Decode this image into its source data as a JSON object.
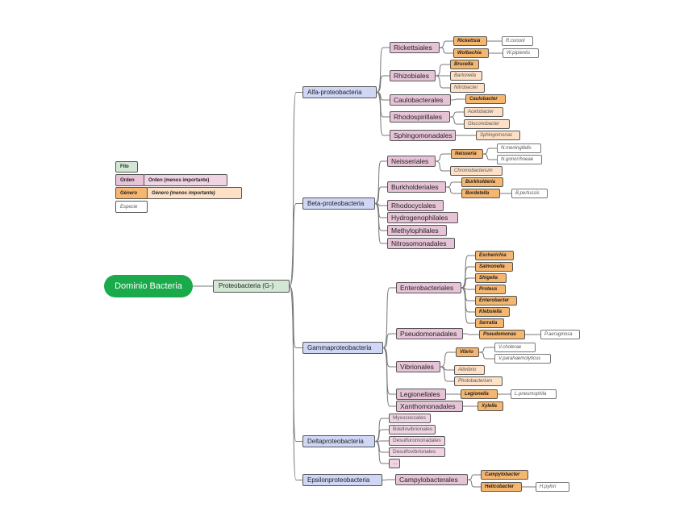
{
  "legend": {
    "filo": "Filo",
    "orden": "Orden",
    "orden_minor": "Orden (menos importante)",
    "genero": "Género",
    "genero_minor": "Género (menos importante)",
    "especie": "Especie"
  },
  "root": "Dominio Bacteria",
  "filo": "Proteobacteria (G-)",
  "clases": [
    {
      "label": "Alfa-proteobacteria",
      "ordenes": [
        {
          "label": "Rickettsiales",
          "generos": [
            {
              "label": "Rickettsia",
              "minor": false,
              "especies": [
                "R.conorii"
              ]
            },
            {
              "label": "Wolbachia",
              "minor": false,
              "especies": [
                "W.pipientis"
              ]
            }
          ]
        },
        {
          "label": "Rhizobiales",
          "generos": [
            {
              "label": "Brucella",
              "minor": false,
              "especies": []
            },
            {
              "label": "Bartonella",
              "minor": true,
              "especies": []
            },
            {
              "label": "Nitrobacter",
              "minor": true,
              "especies": []
            }
          ]
        },
        {
          "label": "Caulobacterales",
          "generos": [
            {
              "label": "Caulobacter",
              "minor": false,
              "especies": []
            }
          ]
        },
        {
          "label": "Rhodospirillales",
          "generos": [
            {
              "label": "Acetobacter",
              "minor": true,
              "especies": []
            },
            {
              "label": "Gluconobacter",
              "minor": true,
              "especies": []
            }
          ]
        },
        {
          "label": "Sphingomonadales",
          "generos": [
            {
              "label": "Sphingomonas",
              "minor": true,
              "especies": []
            }
          ]
        }
      ]
    },
    {
      "label": "Beta-proteobacteria",
      "ordenes": [
        {
          "label": "Neisseriales",
          "generos": [
            {
              "label": "Neisseria",
              "minor": false,
              "especies": [
                "N.meningitidis",
                "N.gonorrhoeae"
              ]
            },
            {
              "label": "Chromobacterium",
              "minor": true,
              "especies": []
            }
          ]
        },
        {
          "label": "Burkholderiales",
          "generos": [
            {
              "label": "Burkholderia",
              "minor": false,
              "especies": []
            },
            {
              "label": "Bordetella",
              "minor": false,
              "especies": [
                "B.pertussis"
              ]
            }
          ]
        },
        {
          "label": "Rhodocyclales",
          "generos": []
        },
        {
          "label": "Hydrogenophilales",
          "generos": []
        },
        {
          "label": "Methylophilales",
          "generos": []
        },
        {
          "label": "Nitrosomonadales",
          "generos": []
        }
      ]
    },
    {
      "label": "Gammaproteobacteria",
      "ordenes": [
        {
          "label": "Enterobacteriales",
          "generos": [
            {
              "label": "Escherichia",
              "minor": false,
              "especies": []
            },
            {
              "label": "Salmonella",
              "minor": false,
              "especies": []
            },
            {
              "label": "Shigella",
              "minor": false,
              "especies": []
            },
            {
              "label": "Proteus",
              "minor": false,
              "especies": []
            },
            {
              "label": "Enterobacter",
              "minor": false,
              "especies": []
            },
            {
              "label": "Klebsiella",
              "minor": false,
              "especies": []
            },
            {
              "label": "Serratia",
              "minor": false,
              "especies": []
            }
          ]
        },
        {
          "label": "Pseudomonadales",
          "generos": [
            {
              "label": "Pseudomonas",
              "minor": false,
              "especies": [
                "P.aeruginosa"
              ]
            }
          ]
        },
        {
          "label": "Vibrionales",
          "generos": [
            {
              "label": "Vibrio",
              "minor": false,
              "especies": [
                "V.cholerae",
                "V.parahaemolyticus"
              ]
            },
            {
              "label": "Aliivibrio",
              "minor": true,
              "especies": []
            },
            {
              "label": "Photobacterium",
              "minor": true,
              "especies": []
            }
          ]
        },
        {
          "label": "Legionellales",
          "generos": [
            {
              "label": "Legionella",
              "minor": false,
              "especies": [
                "L.pneumophila"
              ]
            }
          ]
        },
        {
          "label": "Xanthomonadales",
          "generos": [
            {
              "label": "Xylella",
              "minor": false,
              "especies": []
            }
          ]
        }
      ]
    },
    {
      "label": "Deltaproteobacteria",
      "ordenes": [
        {
          "label": "Myxococcales",
          "minor": true,
          "generos": []
        },
        {
          "label": "Bdellovibrionales",
          "minor": true,
          "generos": []
        },
        {
          "label": "Desulfuromonadales",
          "minor": true,
          "generos": []
        },
        {
          "label": "Desulfovibrionales",
          "minor": true,
          "generos": []
        },
        {
          "label": "...",
          "minor": true,
          "generos": []
        }
      ]
    },
    {
      "label": "Epsilonproteobacteria",
      "ordenes": [
        {
          "label": "Campylobacterales",
          "generos": [
            {
              "label": "Campylobacter",
              "minor": false,
              "especies": []
            },
            {
              "label": "Helicobacter",
              "minor": false,
              "especies": [
                "H.pylori"
              ]
            }
          ]
        }
      ]
    }
  ]
}
